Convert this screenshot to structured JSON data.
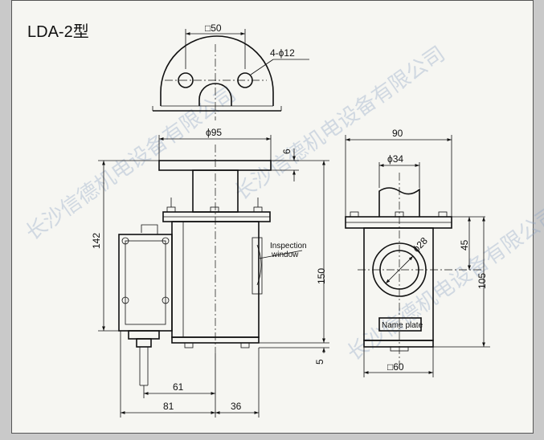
{
  "title": "LDA-2型",
  "dimensions": {
    "flange_square": "□50",
    "holes": "4-ϕ12",
    "flange_dia": "ϕ95",
    "flange_thk": "6",
    "height_142": "142",
    "height_150": "150",
    "base_5": "5",
    "width_61": "61",
    "width_81": "81",
    "width_36": "36",
    "side_width": "90",
    "shaft_dia": "ϕ34",
    "window_dia": "ϕ28",
    "side_45": "45",
    "side_105": "105",
    "base_square": "□60"
  },
  "labels": {
    "inspection_line1": "Inspection",
    "inspection_line2": "window",
    "name_plate": "Name plate"
  },
  "watermark": [
    "长沙信德机电设备有限公司",
    "长沙信德机电设备有限公司",
    "长沙信德机电设备有限公司"
  ]
}
